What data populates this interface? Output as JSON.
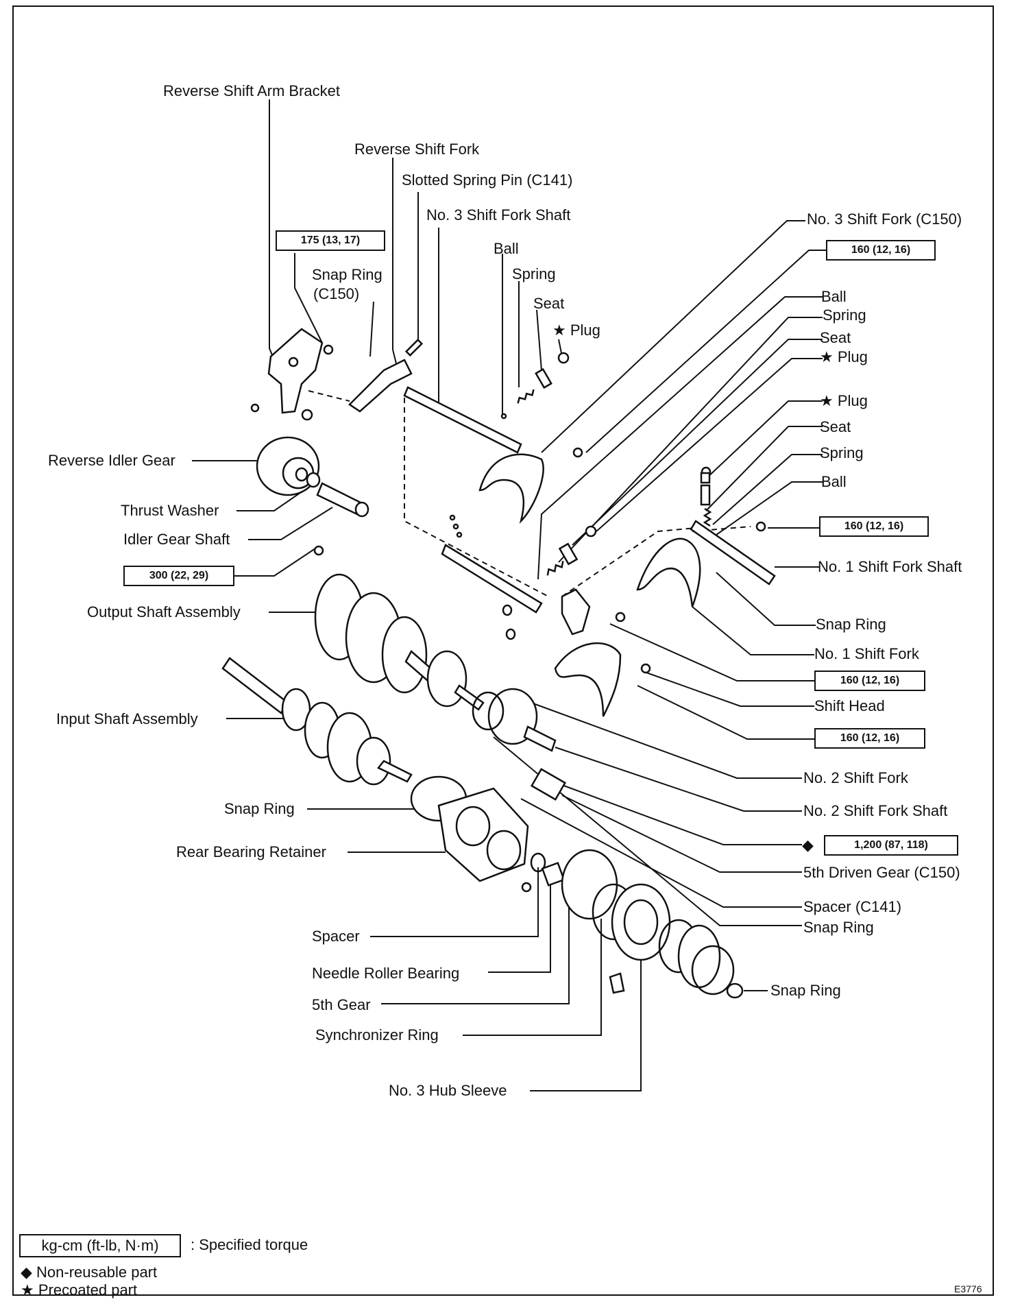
{
  "labels": {
    "reverse_shift_arm_bracket": "Reverse Shift Arm Bracket",
    "reverse_shift_fork": "Reverse Shift Fork",
    "slotted_spring_pin": "Slotted Spring Pin (C141)",
    "no3_shift_fork_shaft": "No. 3 Shift Fork Shaft",
    "no3_shift_fork": "No. 3 Shift Fork (C150)",
    "snap_ring_top_line1": "Snap Ring",
    "snap_ring_top_line2": "(C150)",
    "ball_top": "Ball",
    "spring_top": "Spring",
    "seat_top": "Seat",
    "plug_top": "Plug",
    "ball_right1": "Ball",
    "spring_right1": "Spring",
    "seat_right1": "Seat",
    "plug_right1": "Plug",
    "plug_right2": "Plug",
    "seat_right2": "Seat",
    "spring_right2": "Spring",
    "ball_right2": "Ball",
    "reverse_idler_gear": "Reverse Idler Gear",
    "thrust_washer": "Thrust Washer",
    "idler_gear_shaft": "Idler Gear Shaft",
    "output_shaft_assembly": "Output Shaft Assembly",
    "input_shaft_assembly": "Input Shaft Assembly",
    "no1_shift_fork_shaft": "No. 1 Shift Fork Shaft",
    "snap_ring_right": "Snap Ring",
    "no1_shift_fork": "No. 1 Shift Fork",
    "shift_head": "Shift Head",
    "no2_shift_fork": "No. 2 Shift Fork",
    "no2_shift_fork_shaft": "No. 2 Shift Fork Shaft",
    "fifth_driven_gear": "5th Driven Gear (C150)",
    "spacer_c141": "Spacer (C141)",
    "snap_ring_lower_right": "Snap Ring",
    "snap_ring_left": "Snap Ring",
    "rear_bearing_retainer": "Rear Bearing Retainer",
    "spacer": "Spacer",
    "needle_roller_bearing": "Needle Roller Bearing",
    "fifth_gear": "5th Gear",
    "synchronizer_ring": "Synchronizer Ring",
    "snap_ring_bottom": "Snap Ring",
    "no3_hub_sleeve": "No. 3 Hub Sleeve"
  },
  "torque": {
    "t175": "175 (13, 17)",
    "t160_a": "160 (12, 16)",
    "t160_b": "160 (12, 16)",
    "t160_c": "160 (12, 16)",
    "t160_d": "160 (12, 16)",
    "t300": "300 (22, 29)",
    "t1200": "1,200 (87, 118)"
  },
  "legend": {
    "key_box": "kg-cm (ft-lb, N·m)",
    "key_text": ":  Specified torque",
    "nonreusable": "Non-reusable part",
    "precoated": "Precoated part"
  },
  "symbols": {
    "star": "★",
    "diamond": "◆"
  },
  "figure_id": "E3776",
  "icons": [
    "star-icon",
    "diamond-icon"
  ]
}
